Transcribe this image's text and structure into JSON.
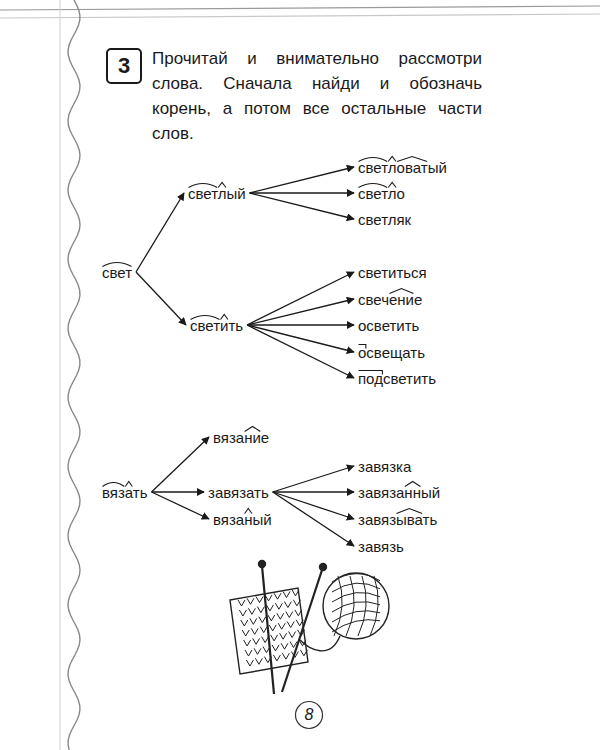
{
  "diagram": {
    "nodes": [
      {
        "text": [
          "3"
        ]
      },
      {
        "text": [
          "свет"
        ]
      },
      {
        "text": [
          "светлый"
        ]
      },
      {
        "text": [
          "светловатый"
        ]
      },
      {
        "text": [
          "светло"
        ]
      },
      {
        "text": [
          "светляк"
        ]
      },
      {
        "text": [
          "светить"
        ]
      },
      {
        "text": [
          "светиться"
        ]
      },
      {
        "text": [
          "свечение"
        ]
      },
      {
        "text": [
          "осветить"
        ]
      },
      {
        "text": [
          "освещать"
        ]
      },
      {
        "text": [
          "подсветить"
        ]
      },
      {
        "text": [
          "вязание"
        ]
      },
      {
        "text": [
          "вязать"
        ]
      },
      {
        "text": [
          "завязать"
        ]
      },
      {
        "text": [
          "вязаный"
        ]
      },
      {
        "text": [
          "завязка"
        ]
      },
      {
        "text": [
          "завязанный"
        ]
      },
      {
        "text": [
          "завязывать"
        ]
      },
      {
        "text": [
          "завязь"
        ]
      },
      {
        "text": [
          "8"
        ]
      }
    ],
    "edges": [
      {
        "from": 1,
        "to": 2,
        "arrow": "to"
      },
      {
        "from": 1,
        "to": 6,
        "arrow": "to"
      },
      {
        "from": 2,
        "to": 3,
        "arrow": "to"
      },
      {
        "from": 2,
        "to": 4,
        "arrow": "to"
      },
      {
        "from": 2,
        "to": 5,
        "arrow": "to"
      },
      {
        "from": 6,
        "to": 7,
        "arrow": "to"
      },
      {
        "from": 6,
        "to": 8,
        "arrow": "to"
      },
      {
        "from": 6,
        "to": 9,
        "arrow": "to"
      },
      {
        "from": 6,
        "to": 10,
        "arrow": "to"
      },
      {
        "from": 6,
        "to": 11,
        "arrow": "to"
      },
      {
        "from": 13,
        "to": 12,
        "arrow": "to"
      },
      {
        "from": 13,
        "to": 14,
        "arrow": "to"
      },
      {
        "from": 13,
        "to": 15,
        "arrow": "to"
      },
      {
        "from": 14,
        "to": 16,
        "arrow": "to"
      },
      {
        "from": 14,
        "to": 17,
        "arrow": "to"
      },
      {
        "from": 14,
        "to": 18,
        "arrow": "to"
      },
      {
        "from": 14,
        "to": 19,
        "arrow": "to"
      }
    ],
    "labels": [
      "Прочитай и внимательно рассмотри слова. Сначала найди и обозначь корень, а потом все остальные части слов."
    ]
  }
}
